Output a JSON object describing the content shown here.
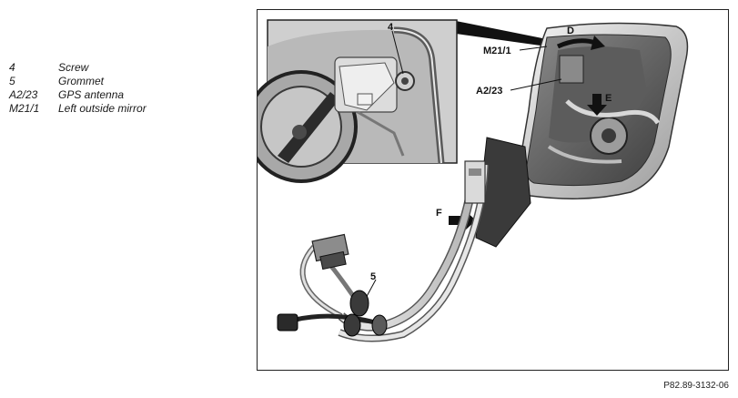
{
  "legend": {
    "items": [
      {
        "key": "4",
        "label": "Screw"
      },
      {
        "key": "5",
        "label": "Grommet"
      },
      {
        "key": "A2/23",
        "label": "GPS antenna"
      },
      {
        "key": "M21/1",
        "label": "Left outside mirror"
      }
    ]
  },
  "figure": {
    "callouts": {
      "screw": "4",
      "d": "D",
      "m21_1": "M21/1",
      "a2_23": "A2/23",
      "e": "E",
      "f": "F",
      "grommet": "5"
    }
  },
  "footer": {
    "ref_code": "P82.89-3132-06"
  }
}
